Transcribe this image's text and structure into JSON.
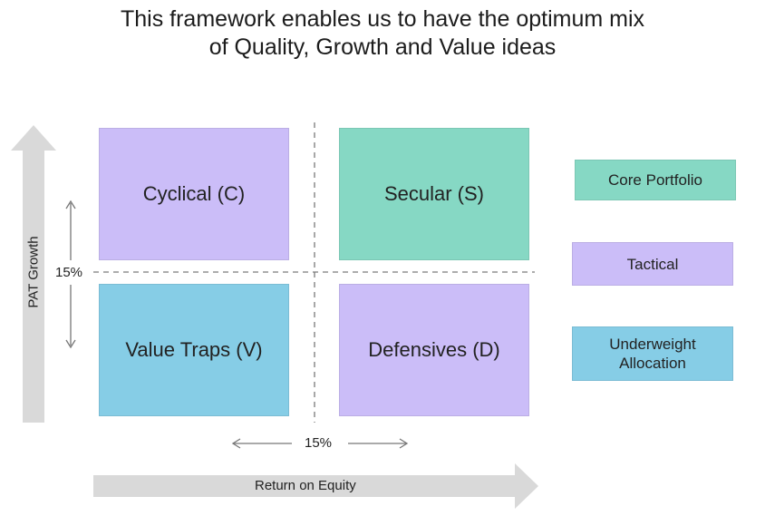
{
  "title": {
    "line1": "This framework enables us to have the optimum mix",
    "line2": "of Quality, Growth and Value ideas"
  },
  "quadrants": {
    "top_left": "Cyclical (C)",
    "top_right": "Secular (S)",
    "bottom_left": "Value Traps (V)",
    "bottom_right": "Defensives (D)"
  },
  "legend": {
    "core": "Core Portfolio",
    "tactical": "Tactical",
    "underweight_line1": "Underweight",
    "underweight_line2": "Allocation"
  },
  "axes": {
    "y_label": "PAT Growth",
    "y_threshold": "15%",
    "x_label": "Return on Equity",
    "x_threshold": "15%"
  },
  "colors": {
    "purple": "#cbbdf8",
    "teal": "#86d8c4",
    "blue": "#86cde6",
    "arrow_gray": "#d9d9d9",
    "dashed_line": "#7a7a7a"
  }
}
